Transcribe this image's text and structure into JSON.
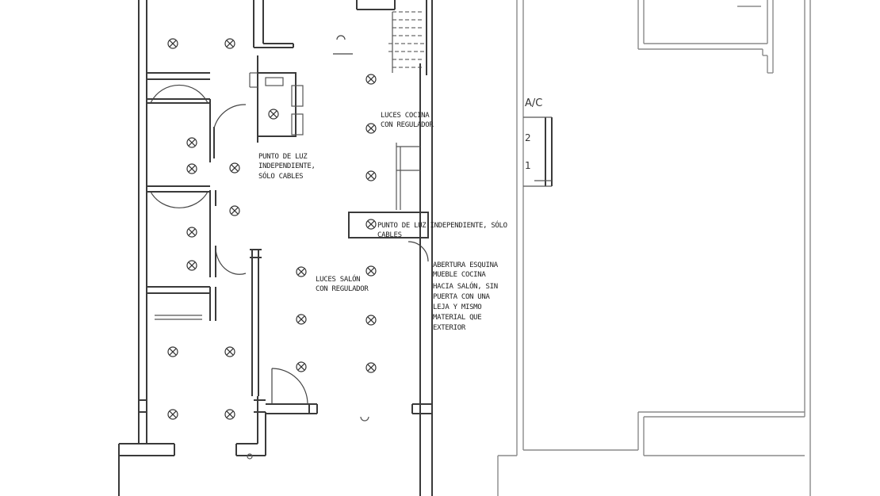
{
  "notes": {
    "kitchen_lights": [
      "LUCES COCINA",
      "CON REGULADOR"
    ],
    "point_light_left": [
      "PUNTO DE LUZ",
      "INDEPENDIENTE,",
      "SÓLO CABLES"
    ],
    "point_light_right": [
      "PUNTO DE LUZ INDEPENDIENTE, SÓLO",
      "CABLES"
    ],
    "living_lights": [
      "LUCES SALÓN",
      "CON REGULADOR"
    ],
    "corner_opening": [
      "ABERTURA ESQUINA",
      "MUEBLE COCINA",
      "HACIA SALÓN, SIN",
      "PUERTA CON UNA",
      "LEJA Y MISMO",
      "MATERIAL QUE",
      "EXTERIOR"
    ]
  },
  "ac_unit": {
    "title": "A/C",
    "levels": [
      "2",
      "1"
    ]
  },
  "colors": {
    "line": "#3a3a3a",
    "background": "#ffffff"
  }
}
